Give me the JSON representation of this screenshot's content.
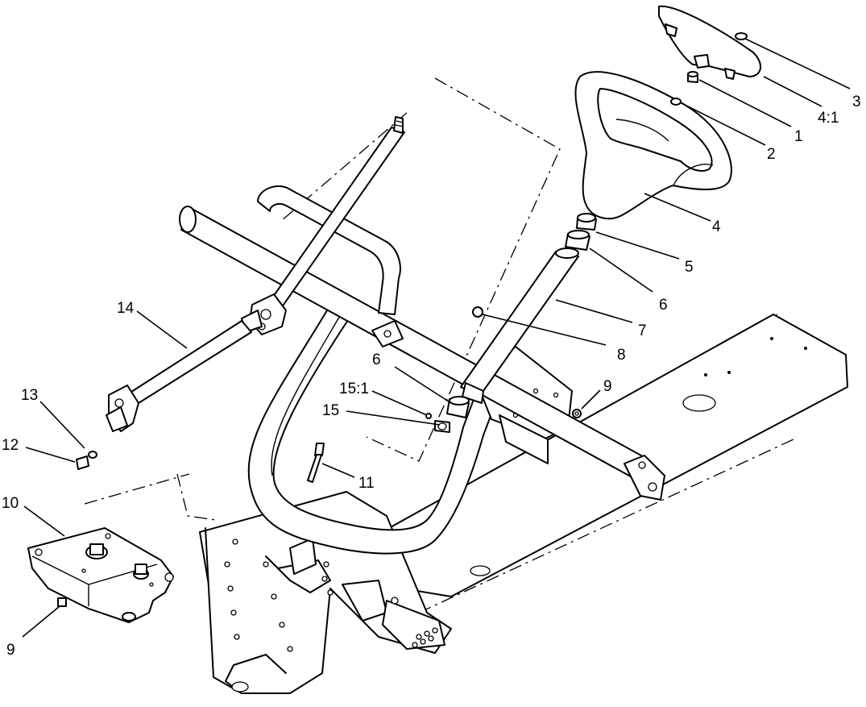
{
  "diagram": {
    "callouts": {
      "c1": "1",
      "c2": "2",
      "c3": "3",
      "c4_1": "4:1",
      "c4": "4",
      "c5": "5",
      "c6a": "6",
      "c6b": "6",
      "c7": "7",
      "c8": "8",
      "c9a": "9",
      "c9b": "9",
      "c10": "10",
      "c11": "11",
      "c12": "12",
      "c13": "13",
      "c14": "14",
      "c15": "15",
      "c15_1": "15:1"
    }
  }
}
